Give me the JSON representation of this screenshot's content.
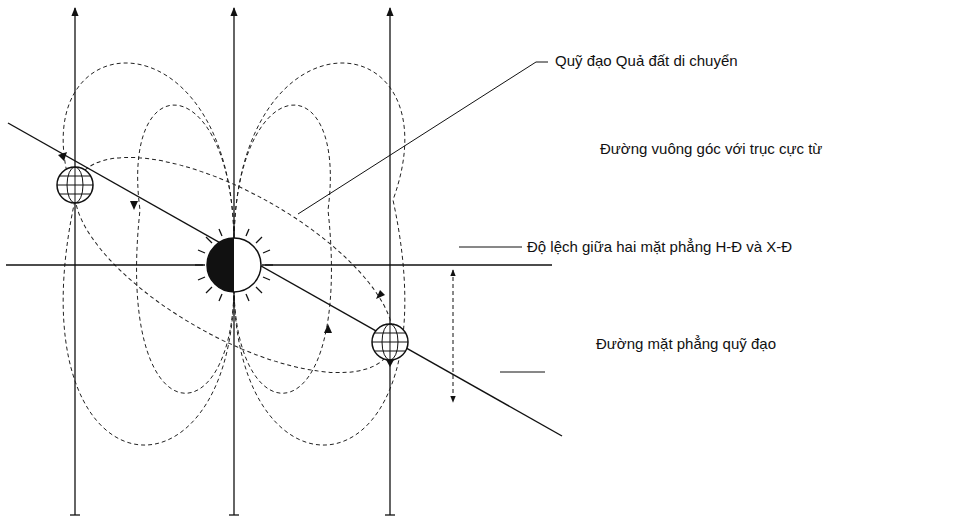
{
  "diagram": {
    "labels": [
      "Quỹ đạo Quả đất di chuyển",
      "Đường vuông góc với trục cực từ",
      "Độ lệch giữa hai mặt phẳng H-Đ và X-Đ",
      "Đường mặt phẳng quỹ đạo"
    ]
  }
}
